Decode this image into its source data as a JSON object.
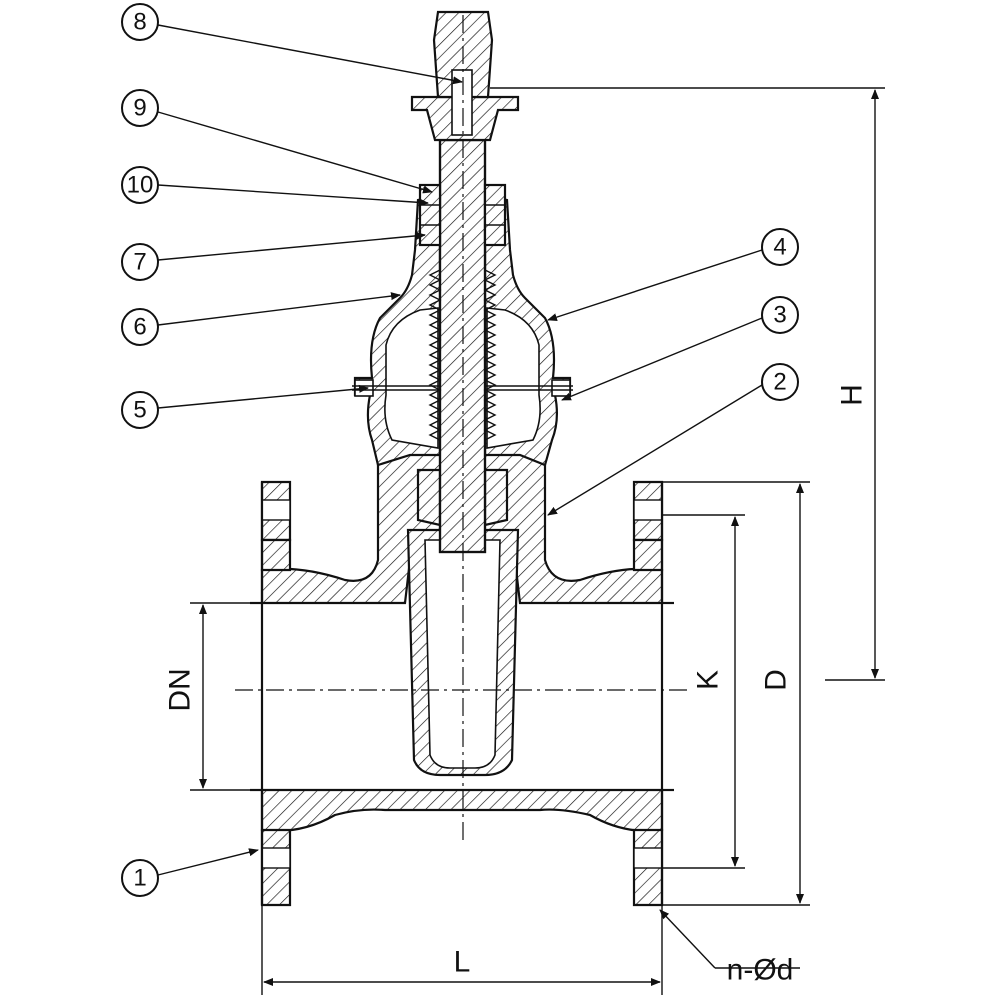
{
  "callouts": [
    {
      "id": "8",
      "label": "8"
    },
    {
      "id": "9",
      "label": "9"
    },
    {
      "id": "10",
      "label": "10"
    },
    {
      "id": "7",
      "label": "7"
    },
    {
      "id": "6",
      "label": "6"
    },
    {
      "id": "5",
      "label": "5"
    },
    {
      "id": "1",
      "label": "1"
    },
    {
      "id": "4",
      "label": "4"
    },
    {
      "id": "3",
      "label": "3"
    },
    {
      "id": "2",
      "label": "2"
    }
  ],
  "dimensions": {
    "H": "H",
    "D": "D",
    "K": "K",
    "DN": "DN",
    "L": "L",
    "bolt_holes": "n-Ød"
  }
}
